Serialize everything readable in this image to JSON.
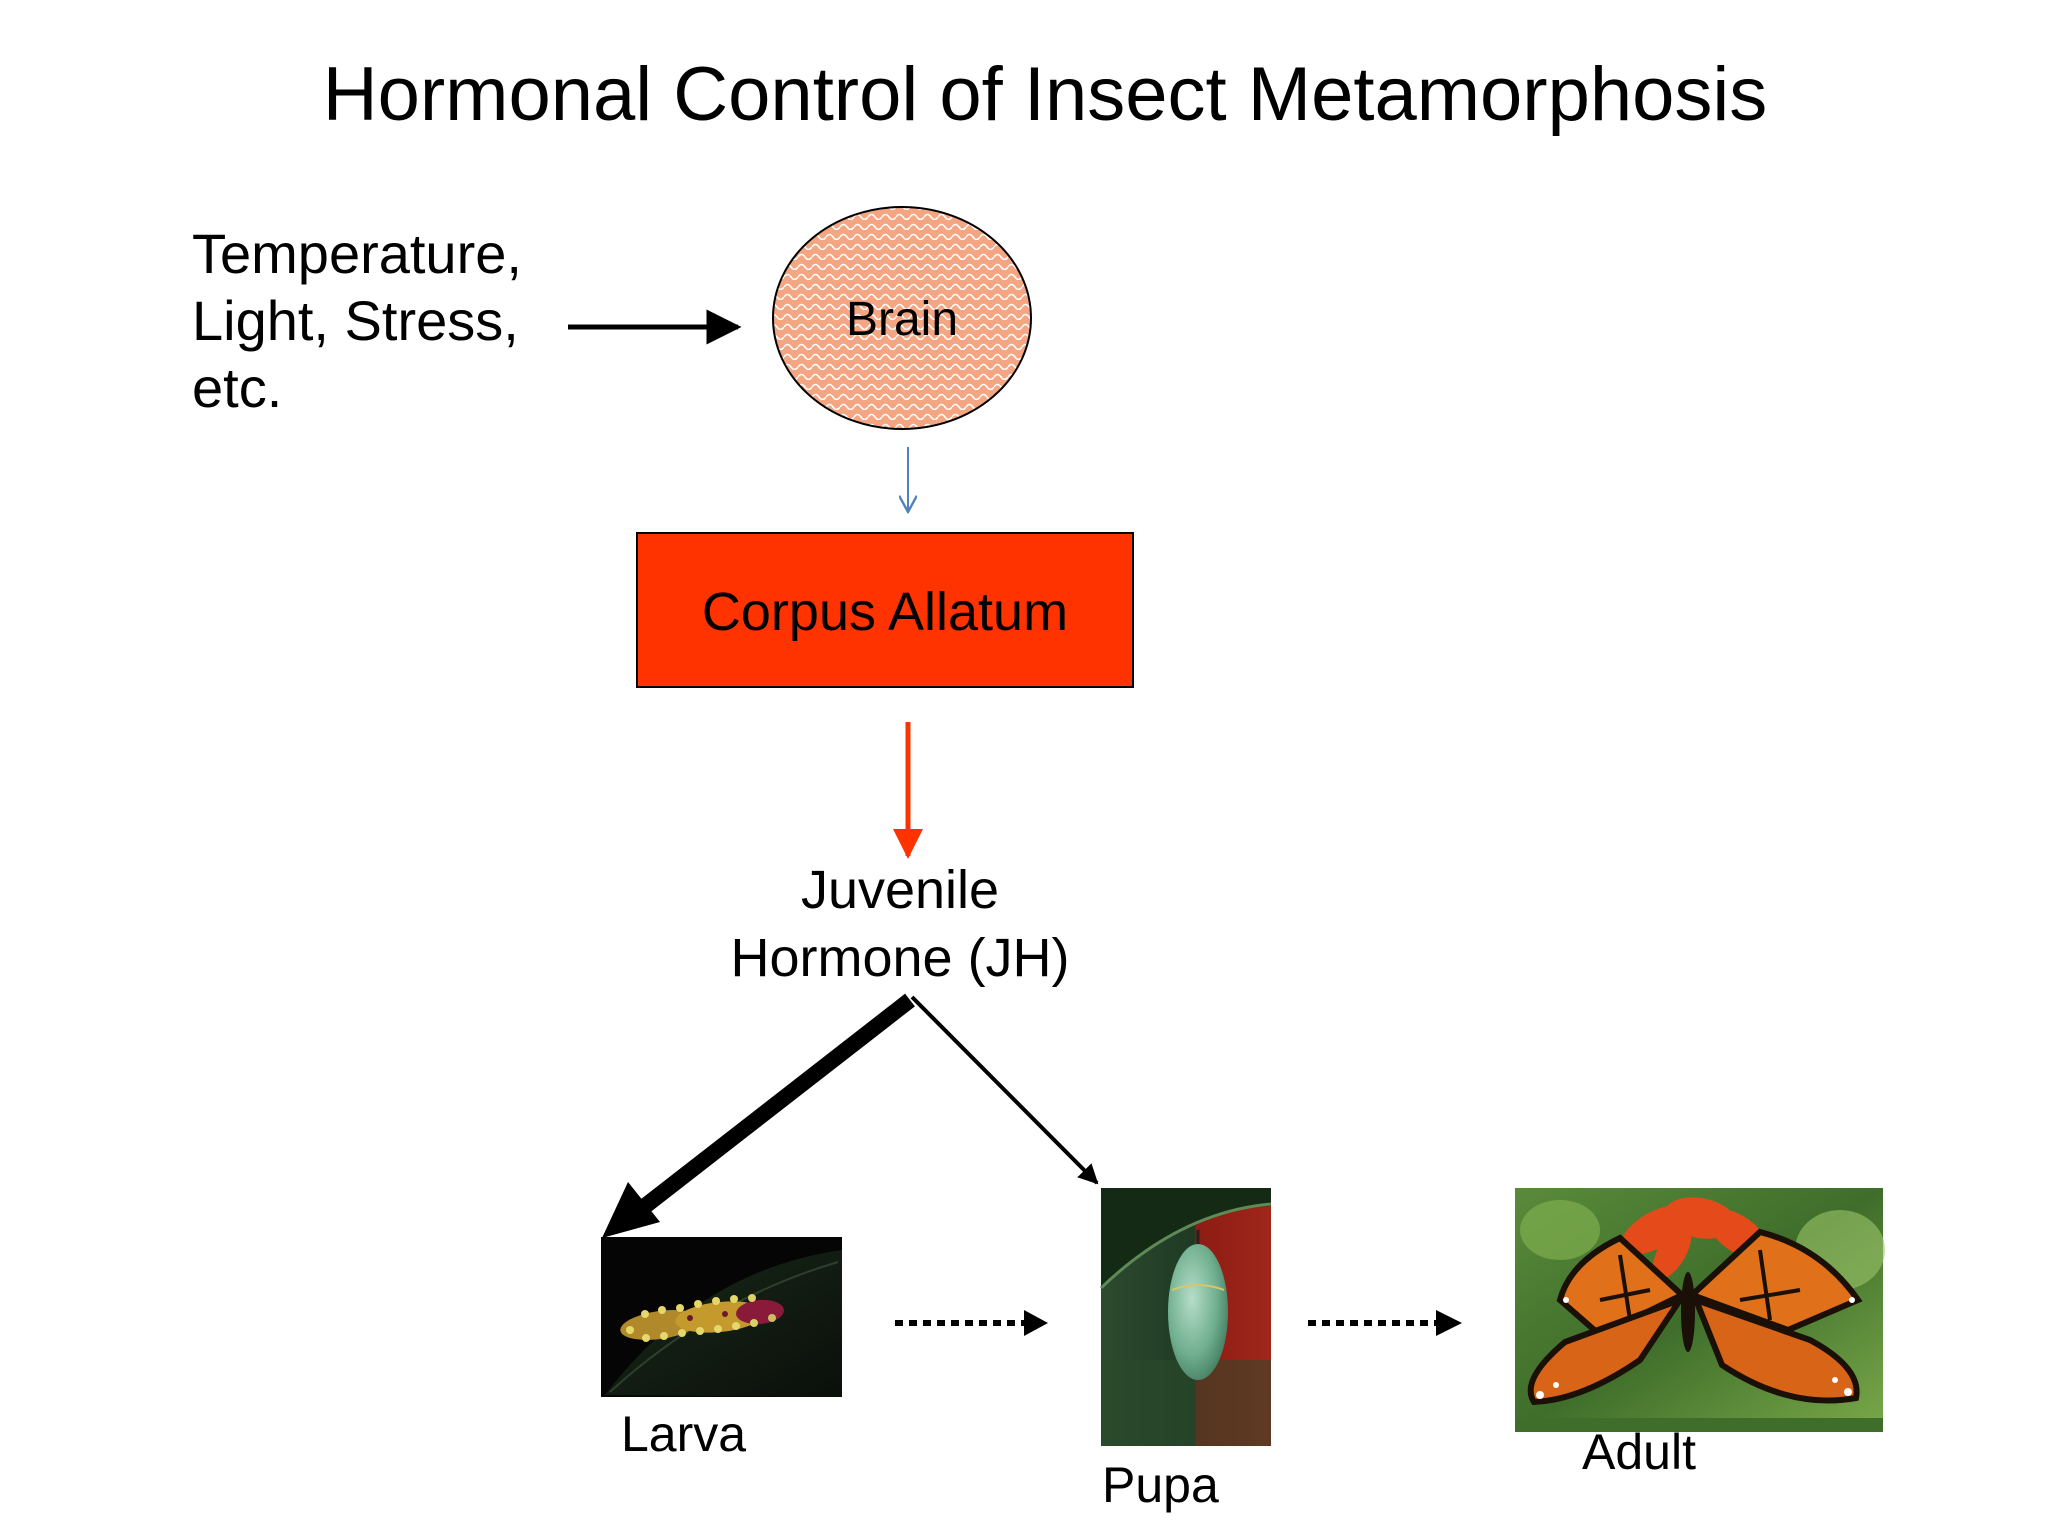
{
  "title": "Hormonal Control of Insect Metamorphosis",
  "stimuli": [
    "Temperature,",
    "Light, Stress,",
    "etc."
  ],
  "nodes": {
    "brain": "Brain",
    "corpus_allatum": "Corpus Allatum",
    "juvenile_hormone": [
      "Juvenile",
      "Hormone (JH)"
    ]
  },
  "stages": {
    "larva": "Larva",
    "pupa": "Pupa",
    "adult": "Adult"
  },
  "colors": {
    "brain_fill": "#f4a582",
    "corpus_allatum_fill": "#ff3300",
    "brain_to_ca_arrow": "#4f81bd",
    "ca_to_jh_arrow": "#ff3300",
    "default_arrow": "#000000"
  },
  "pictures": {
    "larva": "caterpillar-photo",
    "pupa": "chrysalis-photo",
    "adult": "monarch-butterfly-photo"
  }
}
